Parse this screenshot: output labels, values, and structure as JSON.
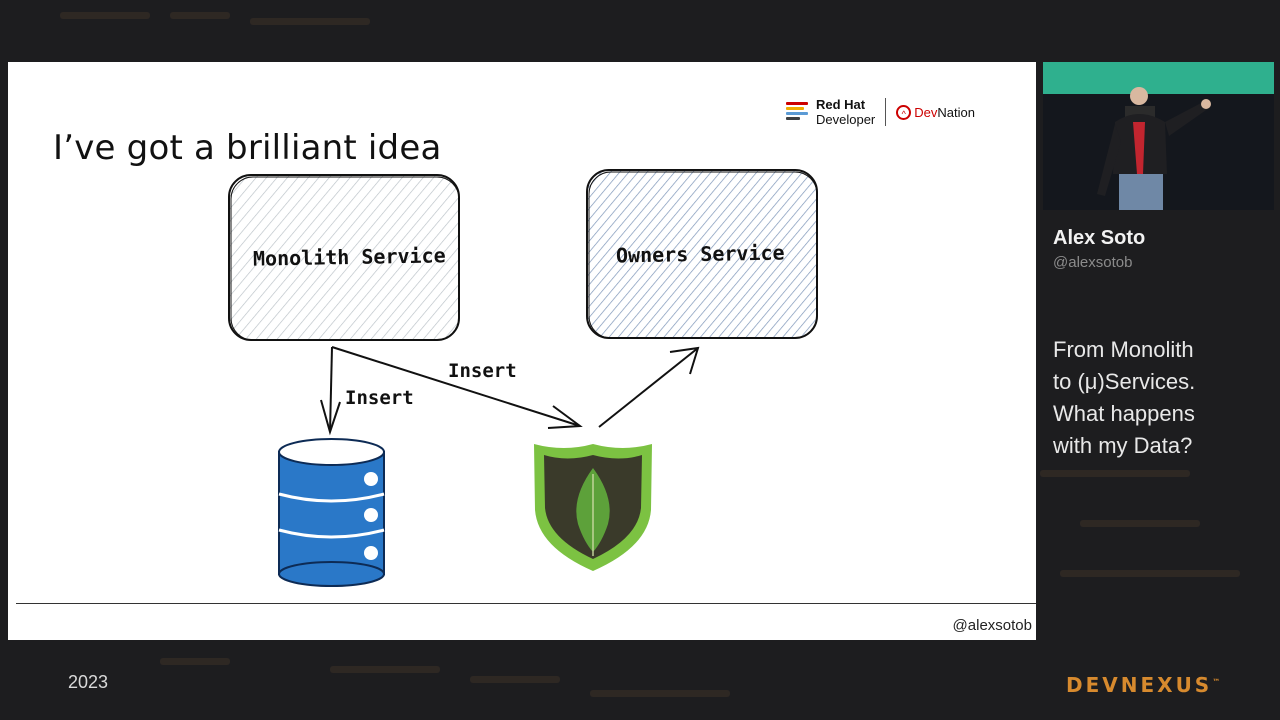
{
  "slide": {
    "title": "I’ve got a brilliant idea",
    "logos": {
      "rh_line1": "Red Hat",
      "rh_line2": "Developer",
      "devnation_prefix": "Dev",
      "devnation_suffix": "Nation"
    },
    "boxes": {
      "monolith": "Monolith Service",
      "owners": "Owners Service"
    },
    "edges": {
      "insert_db": "Insert",
      "insert_mongo": "Insert"
    },
    "footer_handle": "@alexsotob"
  },
  "speaker": {
    "name": "Alex Soto",
    "handle": "@alexsotob"
  },
  "talk_title": "From Monolith\nto (μ)Services.\nWhat happens\nwith my Data?",
  "year": "2023",
  "brand": {
    "name": "DEVNEXUS",
    "tm": "™"
  },
  "colors": {
    "background": "#1d1d1f",
    "slide": "#ffffff",
    "db_blue": "#2a78c8",
    "mongo_green": "#7cc242",
    "mongo_dark": "#3a3a2a",
    "brand_orange": "#d78a2e",
    "redhat_red": "#cc0000"
  },
  "icons": [
    "redhat-logo-icon",
    "devnation-logo-icon",
    "database-icon",
    "mongodb-leaf-icon"
  ]
}
